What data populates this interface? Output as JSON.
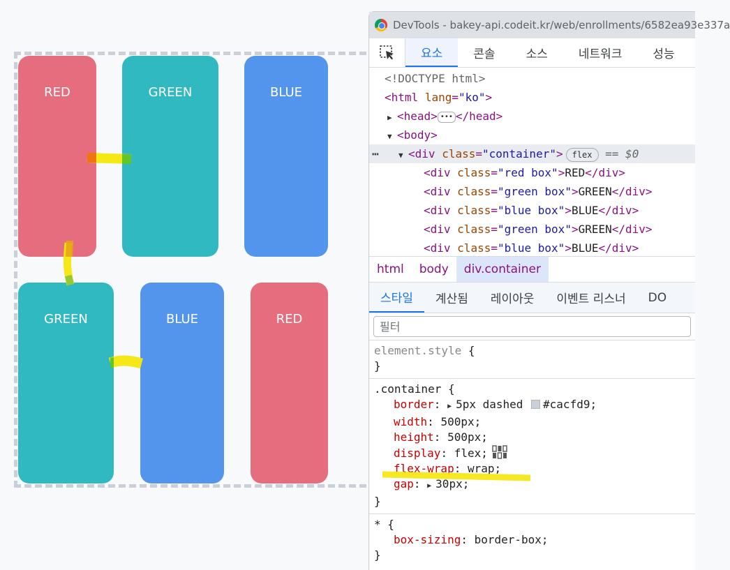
{
  "demo": {
    "boxes": [
      {
        "label": "RED"
      },
      {
        "label": "GREEN"
      },
      {
        "label": "BLUE"
      },
      {
        "label": "GREEN"
      },
      {
        "label": "BLUE"
      },
      {
        "label": "RED"
      }
    ]
  },
  "devtools": {
    "window_title": "DevTools - bakey-api.codeit.kr/web/enrollments/6582ea93e337a",
    "tabs": [
      {
        "label": "요소",
        "active": true
      },
      {
        "label": "콘솔"
      },
      {
        "label": "소스"
      },
      {
        "label": "네트워크"
      },
      {
        "label": "성능"
      }
    ],
    "dom": {
      "doctype": "<!DOCTYPE html>",
      "html_tag": "html",
      "html_attr_name": "lang",
      "html_attr_value": "\"ko\"",
      "head_tag": "head",
      "body_tag": "body",
      "container_tag": "div",
      "container_attr_name": "class",
      "container_attr_value": "\"container\"",
      "container_badge": "flex",
      "container_dollar": "== $0",
      "children": [
        {
          "class": "\"red box\"",
          "text": "RED"
        },
        {
          "class": "\"green box\"",
          "text": "GREEN"
        },
        {
          "class": "\"blue box\"",
          "text": "BLUE"
        },
        {
          "class": "\"green box\"",
          "text": "GREEN"
        },
        {
          "class": "\"blue box\"",
          "text": "BLUE"
        }
      ]
    },
    "breadcrumb": [
      "html",
      "body",
      "div.container"
    ],
    "subtabs": [
      {
        "label": "스타일",
        "active": true
      },
      {
        "label": "계산됨"
      },
      {
        "label": "레이아웃"
      },
      {
        "label": "이벤트 리스너"
      },
      {
        "label": "DO"
      }
    ],
    "filter_placeholder": "필터",
    "styles": {
      "element_style_selector": "element.style",
      "container_selector": ".container",
      "container_props": [
        {
          "name": "border",
          "value": "5px dashed",
          "color": "#cacfd9"
        },
        {
          "name": "width",
          "value": "500px"
        },
        {
          "name": "height",
          "value": "500px"
        },
        {
          "name": "display",
          "value": "flex"
        },
        {
          "name": "flex-wrap",
          "value": "wrap"
        },
        {
          "name": "gap",
          "value": "30px"
        }
      ],
      "universal_selector": "*",
      "universal_props": [
        {
          "name": "box-sizing",
          "value": "border-box"
        }
      ]
    }
  },
  "colors": {
    "red": "#e66d7e",
    "green": "#31b9c1",
    "blue": "#5395ec",
    "accent": "#1a73e8",
    "highlighter": "#f5e60a"
  }
}
